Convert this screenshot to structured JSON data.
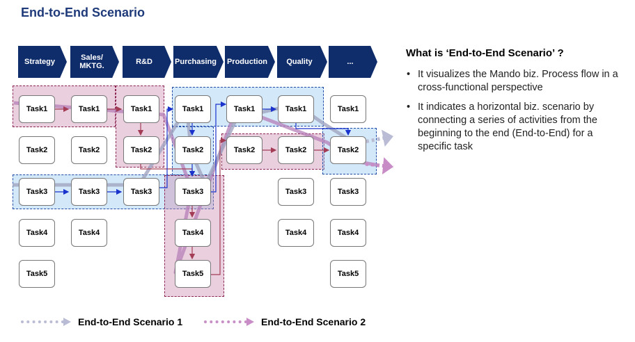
{
  "title": "End-to-End Scenario",
  "columns": [
    "Strategy",
    "Sales/\nMKTG.",
    "R&D",
    "Purchasing",
    "Production",
    "Quality",
    "..."
  ],
  "tasks": {
    "task1": "Task1",
    "task2": "Task2",
    "task3": "Task3",
    "task4": "Task4",
    "task5": "Task5"
  },
  "sidebar": {
    "heading": "What is ‘End-to-End Scenario’ ?",
    "bullets": [
      "It visualizes the Mando biz. Process flow in a cross-functional perspective",
      "It indicates a horizontal biz. scenario by connecting a series of activities from the beginning to the end (End-to-End) for a specific task"
    ]
  },
  "legend": {
    "scenario1": "End-to-End Scenario 1",
    "scenario2": "End-to-End Scenario 2"
  },
  "colors": {
    "header": "#0f2d6b",
    "title": "#1f3a7a",
    "pink_region": "#cc8cb0",
    "blue_region": "#96c8f0",
    "scenario1": "#b9bcd4",
    "scenario2": "#c88dc6",
    "arrow_red": "#a33d55",
    "arrow_blue": "#1a33cc"
  }
}
